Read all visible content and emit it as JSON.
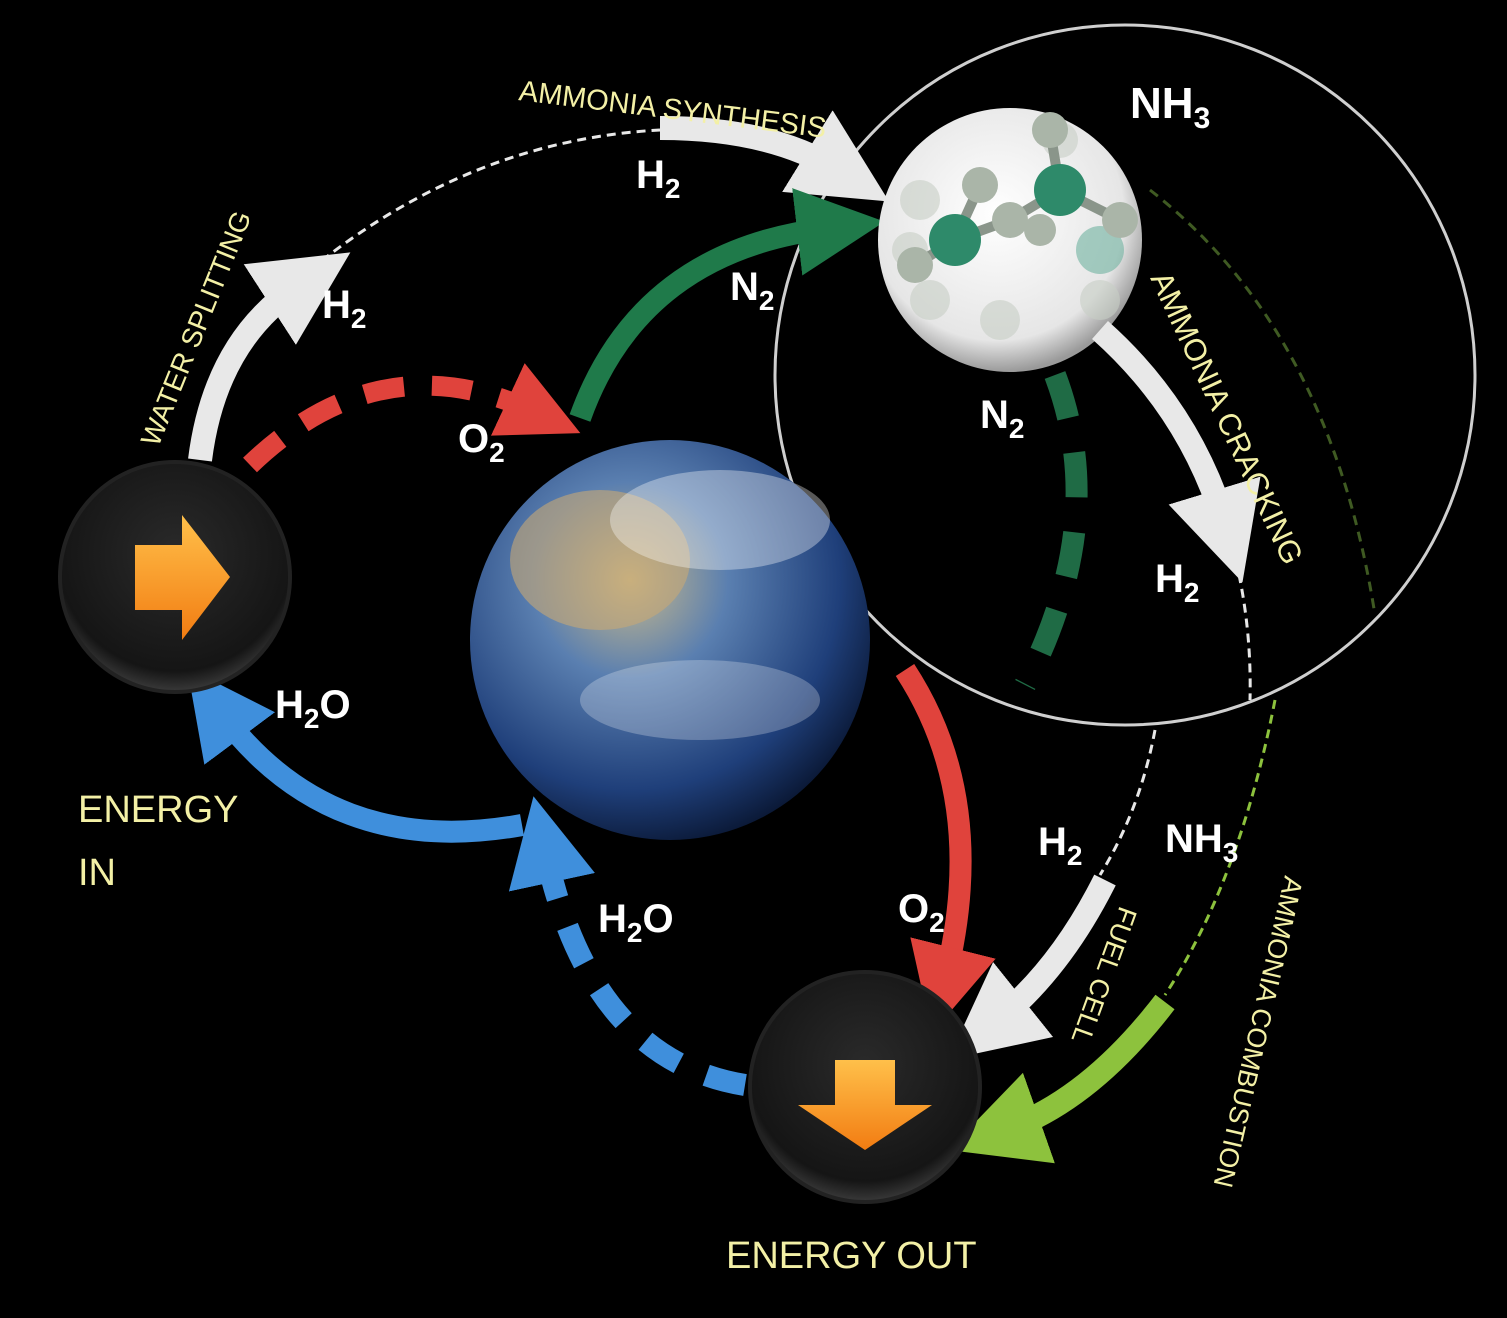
{
  "labels": {
    "water_splitting": "WATER SPLITTING",
    "ammonia_synthesis": "AMMONIA SYNTHESIS",
    "ammonia_cracking": "AMMONIA CRACKING",
    "fuel_cell": "FUEL CELL",
    "ammonia_combustion": "AMMONIA COMBUSTION",
    "energy_in_1": "ENERGY",
    "energy_in_2": "IN",
    "energy_out": "ENERGY OUT"
  },
  "species": {
    "nh3_top": {
      "base": "NH",
      "sub": "3"
    },
    "h2_ws": {
      "base": "H",
      "sub": "2"
    },
    "h2_syn": {
      "base": "H",
      "sub": "2"
    },
    "n2_syn": {
      "base": "N",
      "sub": "2"
    },
    "o2_top": {
      "base": "O",
      "sub": "2"
    },
    "n2_crack": {
      "base": "N",
      "sub": "2"
    },
    "h2_crack": {
      "base": "H",
      "sub": "2"
    },
    "h2o_left": {
      "base": "H",
      "sub": "2",
      "tail": "O"
    },
    "h2o_bottom": {
      "base": "H",
      "sub": "2",
      "tail": "O"
    },
    "h2_fc": {
      "base": "H",
      "sub": "2"
    },
    "nh3_fc": {
      "base": "NH",
      "sub": "3"
    },
    "o2_bottom": {
      "base": "O",
      "sub": "2"
    }
  },
  "colors": {
    "background": "#000000",
    "label": "#f3f0a6",
    "hydrogen_arrow": "#e8e8e8",
    "oxygen_arrow": "#e0433c",
    "nitrogen_arrow": "#1f7a4a",
    "water_arrow": "#3f8fdc",
    "ammonia_combustion_arrow": "#8dc23d",
    "energy_arrow": "#f7931e"
  },
  "icons": [
    "energy-in-arrow-icon",
    "energy-out-arrow-icon",
    "earth-globe",
    "ammonia-molecule"
  ]
}
